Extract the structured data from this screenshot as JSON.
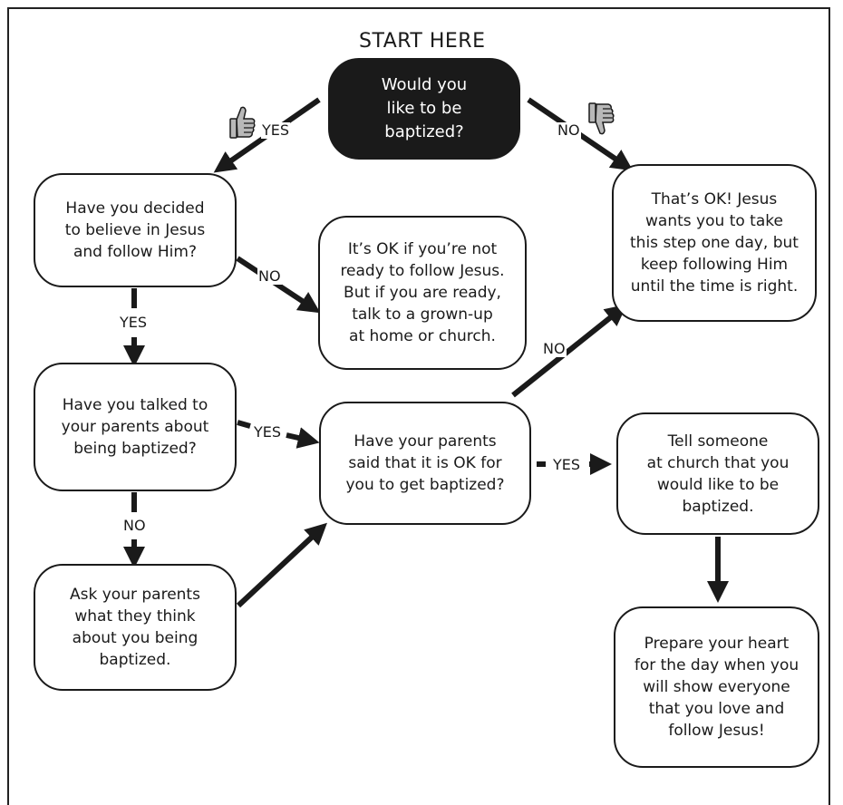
{
  "title": "START HERE",
  "nodes": {
    "start": "Would you\nlike to be\nbaptized?",
    "decided": "Have you decided\nto believe in Jesus\nand follow Him?",
    "not_ready": "It’s OK if you’re not\nready to follow Jesus.\nBut if you are ready,\ntalk to a grown-up\nat home or church.",
    "thats_ok": "That’s OK! Jesus\nwants you to take\nthis step one day, but\nkeep following Him\nuntil the time is right.",
    "talked": "Have you talked to\nyour parents about\nbeing baptized?",
    "parents_ok": "Have your parents\nsaid that it is OK for\nyou to get baptized?",
    "tell": "Tell someone\nat church that you\nwould like to be\nbaptized.",
    "ask": "Ask your parents\nwhat they think\nabout you being\nbaptized.",
    "prepare": "Prepare your heart\nfor the day when you\nwill show everyone\nthat you love and\nfollow Jesus!"
  },
  "edge_labels": {
    "start_yes": "YES",
    "start_no": "NO",
    "decided_no": "NO",
    "decided_yes": "YES",
    "talked_yes": "YES",
    "talked_no": "NO",
    "parents_no": "NO",
    "parents_yes": "YES"
  },
  "icons": {
    "yes_icon": "thumbs-up-icon",
    "no_icon": "thumbs-down-icon"
  },
  "colors": {
    "ink": "#1a1a1a",
    "start_fill": "#1a1a1a",
    "start_text": "#ffffff",
    "thumb_fill": "#b8b8b8"
  }
}
